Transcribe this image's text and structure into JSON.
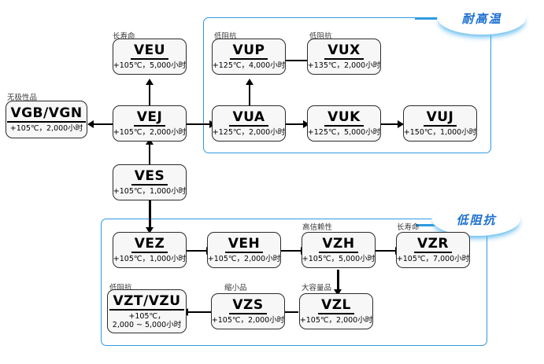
{
  "diagram": {
    "title": "Capacitor series selection flow chart",
    "accent_color": "#2f9ae0",
    "badge_text_color": "#1b6fd0"
  },
  "badges": [
    {
      "name": "high-temp",
      "label": "耐高温"
    },
    {
      "name": "low-impedance",
      "label": "低阻抗"
    }
  ],
  "captions": {
    "non_polar": "无极性品",
    "long_life_veu": "长寿命",
    "low_imp_vup": "低阻抗",
    "low_imp_vux": "低阻抗",
    "high_reliability": "高信赖性",
    "long_life_vzr": "长寿命",
    "low_imp_vzt": "低阻抗",
    "miniature": "缩小品",
    "large_capacity": "大容量品"
  },
  "nodes": {
    "vgb_vgn": {
      "code": "VGB/VGN",
      "spec": "+105℃，2,000小时"
    },
    "veu": {
      "code": "VEU",
      "spec": "+105℃，5,000小时"
    },
    "vej": {
      "code": "VEJ",
      "spec": "+105℃，2,000小时"
    },
    "ves": {
      "code": "VES",
      "spec": "+105℃，1,000小时"
    },
    "vup": {
      "code": "VUP",
      "spec": "+125℃，4,000小时"
    },
    "vux": {
      "code": "VUX",
      "spec": "+135℃，2,000小时"
    },
    "vua": {
      "code": "VUA",
      "spec": "+125℃，2,000小时"
    },
    "vuk": {
      "code": "VUK",
      "spec": "+125℃，5,000小时"
    },
    "vuj": {
      "code": "VUJ",
      "spec": "+150℃，1,000小时"
    },
    "vez": {
      "code": "VEZ",
      "spec": "+105℃，1,000小时"
    },
    "veh": {
      "code": "VEH",
      "spec": "+105℃，2,000小时"
    },
    "vzh": {
      "code": "VZH",
      "spec": "+105℃，5,000小时"
    },
    "vzr": {
      "code": "VZR",
      "spec": "+105℃，7,000小时"
    },
    "vzt_vzu": {
      "code": "VZT/VZU",
      "spec_line1": "+105℃，",
      "spec_line2": "2,000 ~ 5,000小时"
    },
    "vzs": {
      "code": "VZS",
      "spec": "+105℃，2,000小时"
    },
    "vzl": {
      "code": "VZL",
      "spec": "+105℃，2,000小时"
    }
  }
}
